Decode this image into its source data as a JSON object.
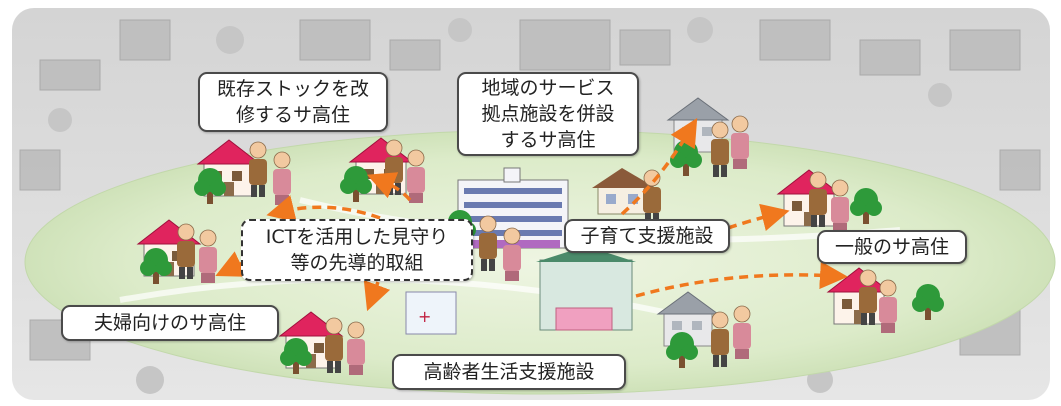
{
  "labels": {
    "renovation_stock": {
      "line1": "既存ストックを改",
      "line2": "修するサ高住"
    },
    "community_service": {
      "line1": "地域のサービス",
      "line2": "拠点施設を併設",
      "line3": "するサ高住"
    },
    "ict_initiative": {
      "line1": "ICTを活用した見守り",
      "line2": "等の先導的取組"
    },
    "childcare": "子育て支援施設",
    "general": "一般のサ高住",
    "couples": "夫婦向けのサ高住",
    "elderly_support": "高齢者生活支援施設"
  },
  "colors": {
    "arrow": "#f0781e",
    "roof": "#e0245e",
    "tree": "#2e9a3a",
    "ground": "#e8f2dc",
    "box_border": "#4a4a4a"
  }
}
